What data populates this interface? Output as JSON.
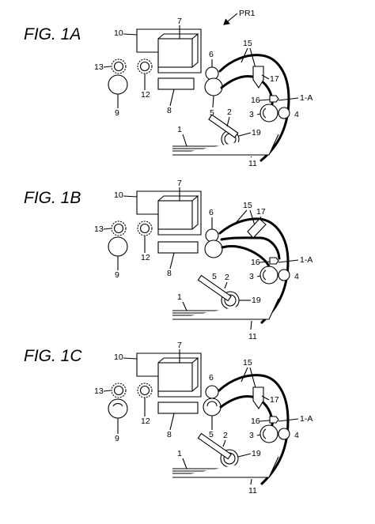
{
  "figure_ref": "PR1",
  "panels": [
    {
      "id": "a",
      "title": "FIG.  1A",
      "paper_path_variant": "fork-lower",
      "guide_17": "vertical",
      "labels": {
        "n10": "10",
        "n7": "7",
        "n6": "6",
        "n15": "15",
        "n13": "13",
        "n12": "12",
        "n8": "8",
        "n9": "9",
        "n5": "5",
        "n17": "17",
        "n16": "16",
        "n1A": "1-A",
        "n3": "3",
        "n4": "4",
        "n2": "2",
        "n19": "19",
        "n1": "1",
        "n11": "11"
      }
    },
    {
      "id": "b",
      "title": "FIG.  1B",
      "paper_path_variant": "fork-upper",
      "guide_17": "tilted",
      "labels": {
        "n10": "10",
        "n7": "7",
        "n6": "6",
        "n15": "15",
        "n13": "13",
        "n12": "12",
        "n8": "8",
        "n9": "9",
        "n5": "5",
        "n17": "17",
        "n16": "16",
        "n1A": "1-A",
        "n3": "3",
        "n4": "4",
        "n2": "2",
        "n19": "19",
        "n1": "1",
        "n11": "11"
      }
    },
    {
      "id": "c",
      "title": "FIG.  1C",
      "paper_path_variant": "fork-lower",
      "guide_17": "vertical",
      "labels": {
        "n10": "10",
        "n7": "7",
        "n6": "6",
        "n15": "15",
        "n13": "13",
        "n12": "12",
        "n8": "8",
        "n9": "9",
        "n5": "5",
        "n17": "17",
        "n16": "16",
        "n1A": "1-A",
        "n3": "3",
        "n4": "4",
        "n2": "2",
        "n19": "19",
        "n1": "1",
        "n11": "11"
      }
    }
  ]
}
